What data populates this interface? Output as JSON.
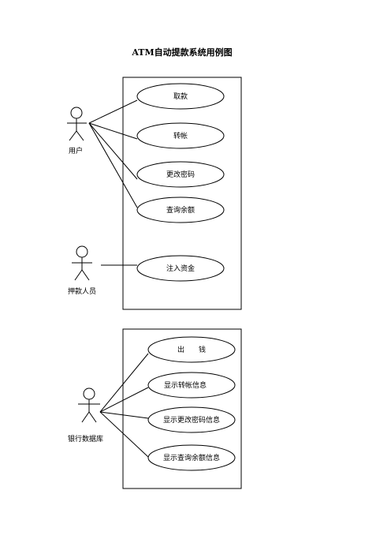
{
  "title": "ATM自动提款系统用例图",
  "colors": {
    "stroke": "#000000",
    "background": "#ffffff"
  },
  "diagrams": [
    {
      "actors": [
        {
          "id": "user",
          "label": "用户"
        },
        {
          "id": "cash-guard",
          "label": "押款人员"
        }
      ],
      "use_cases": [
        {
          "id": "withdraw",
          "label": "取款"
        },
        {
          "id": "transfer",
          "label": "转帐"
        },
        {
          "id": "change-password",
          "label": "更改密码"
        },
        {
          "id": "query-balance",
          "label": "查询余额"
        },
        {
          "id": "deposit-funds",
          "label": "注入资金"
        }
      ],
      "associations": [
        [
          "user",
          "withdraw"
        ],
        [
          "user",
          "transfer"
        ],
        [
          "user",
          "change-password"
        ],
        [
          "user",
          "query-balance"
        ],
        [
          "cash-guard",
          "deposit-funds"
        ]
      ]
    },
    {
      "actors": [
        {
          "id": "bank-db",
          "label": "银行数据库"
        }
      ],
      "use_cases": [
        {
          "id": "dispense",
          "label": "出　　钱"
        },
        {
          "id": "show-transfer",
          "label": "显示转帐信息"
        },
        {
          "id": "show-password",
          "label": "显示更改密码信息"
        },
        {
          "id": "show-balance",
          "label": "显示查询余额信息"
        }
      ],
      "associations": [
        [
          "bank-db",
          "dispense"
        ],
        [
          "bank-db",
          "show-transfer"
        ],
        [
          "bank-db",
          "show-password"
        ],
        [
          "bank-db",
          "show-balance"
        ]
      ]
    }
  ]
}
